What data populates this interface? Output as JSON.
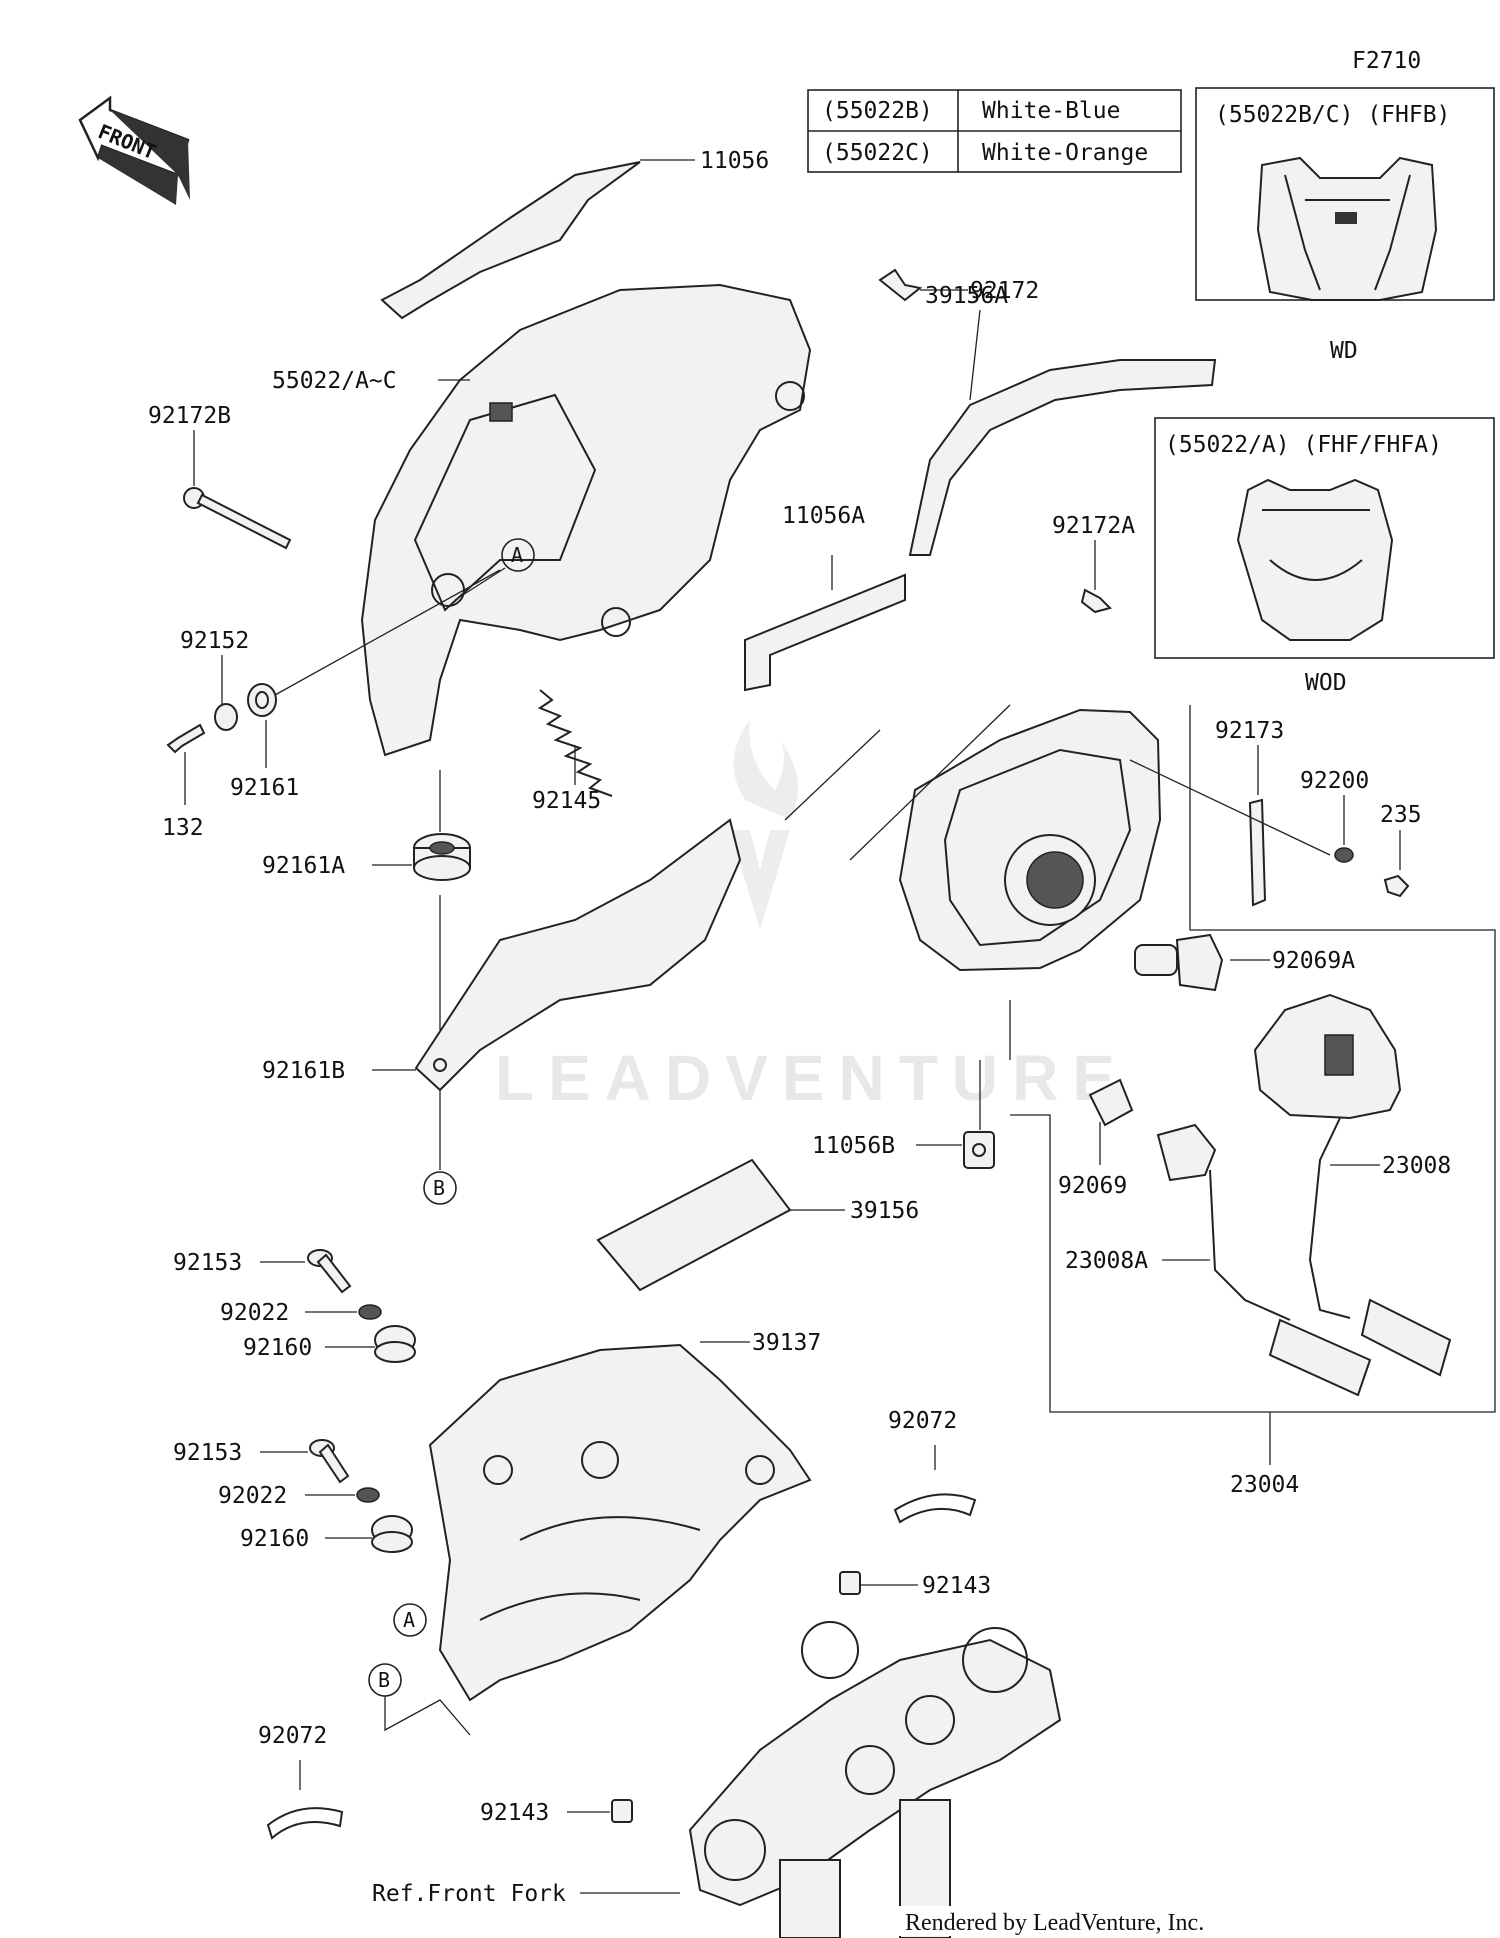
{
  "figure_code": "F2710",
  "front_label": "FRONT",
  "color_table": [
    {
      "code": "(55022B)",
      "color": "White-Blue"
    },
    {
      "code": "(55022C)",
      "color": "White-Orange"
    }
  ],
  "insets": [
    {
      "header": "(55022B/C) (FHFB)",
      "caption": "WD"
    },
    {
      "header": "(55022/A) (FHF/FHFA)",
      "caption": "WOD"
    }
  ],
  "callouts": {
    "A": "A",
    "B": "B"
  },
  "part_labels": {
    "p11056": "11056",
    "p92172": "92172",
    "p55022": "55022/A~C",
    "p39156A": "39156A",
    "p92172B": "92172B",
    "p11056A": "11056A",
    "p92172A": "92172A",
    "p92152": "92152",
    "p92161": "92161",
    "p132": "132",
    "p92145": "92145",
    "p92173": "92173",
    "p92200": "92200",
    "p235": "235",
    "p92161A": "92161A",
    "p92069A": "92069A",
    "p92161B": "92161B",
    "p23008": "23008",
    "p11056B": "11056B",
    "p92069": "92069",
    "p39156": "39156",
    "p23008A": "23008A",
    "p92153a": "92153",
    "p92022a": "92022",
    "p92160a": "92160",
    "p39137": "39137",
    "p92072a": "92072",
    "p92153b": "92153",
    "p92022b": "92022",
    "p92160b": "92160",
    "p92143a": "92143",
    "p23004": "23004",
    "p92072b": "92072",
    "p92143b": "92143",
    "ref_fork": "Ref.Front Fork"
  },
  "watermark": "LEADVENTURE",
  "footer": "Rendered by LeadVenture, Inc."
}
